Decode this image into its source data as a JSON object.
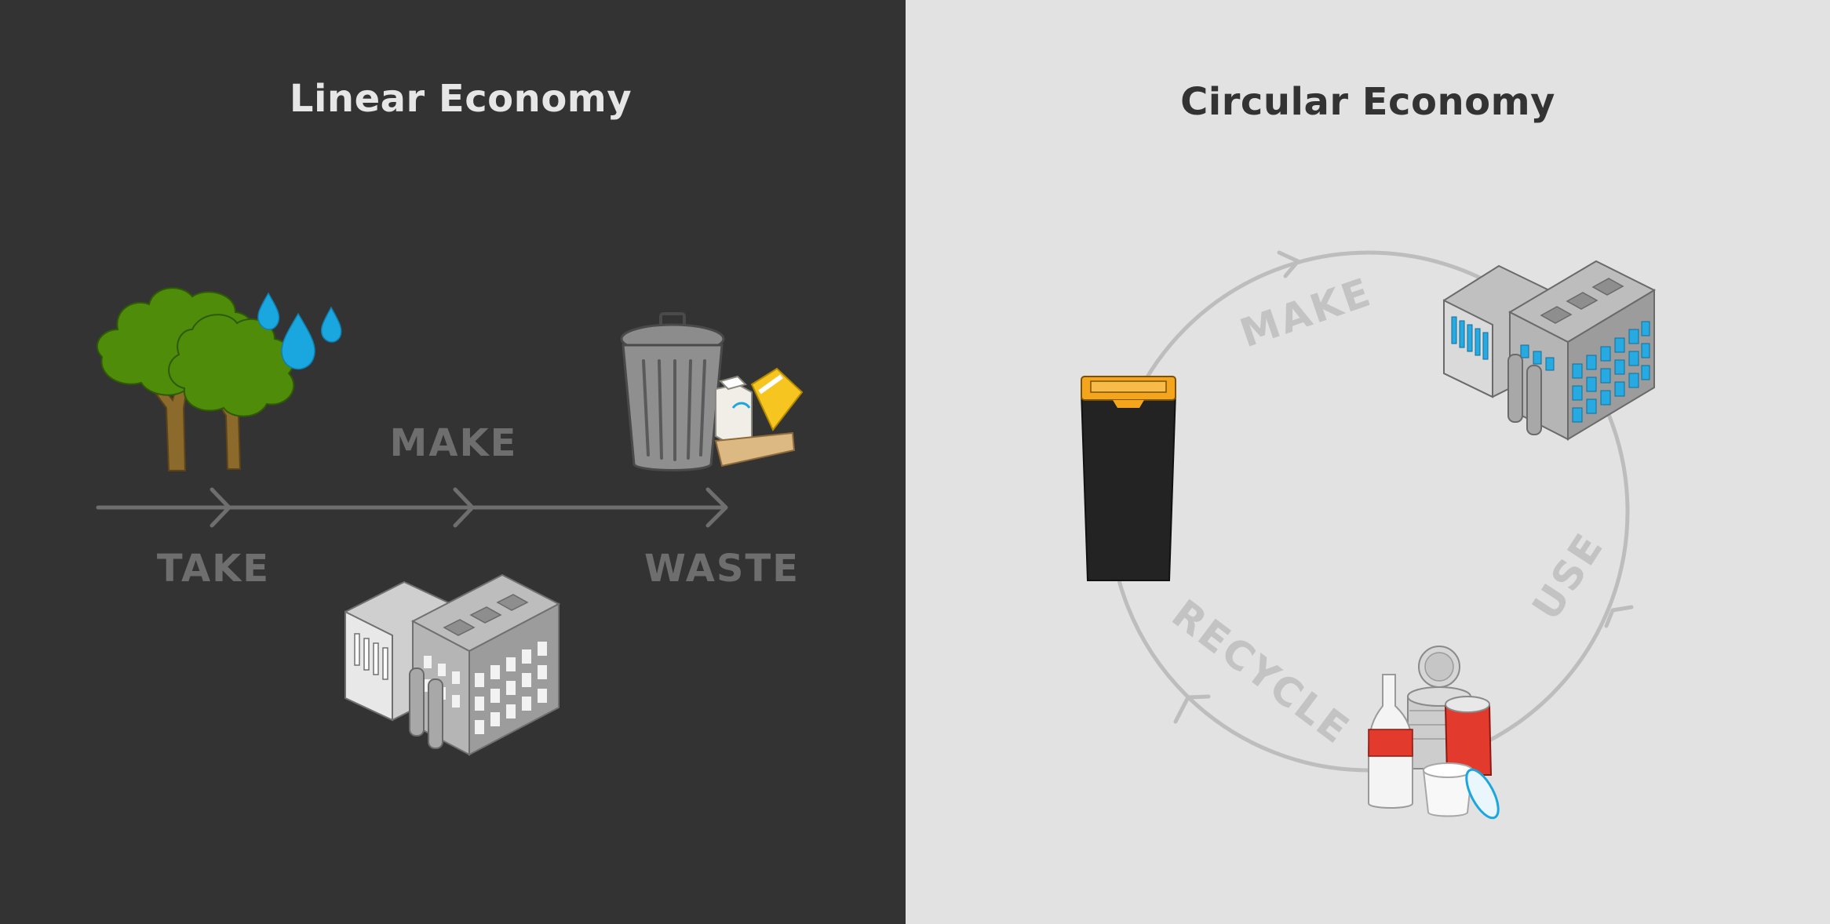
{
  "linear": {
    "title": "Linear Economy",
    "stages": {
      "take": "TAKE",
      "make": "MAKE",
      "waste": "WASTE"
    }
  },
  "circular": {
    "title": "Circular Economy",
    "stages": {
      "make": "MAKE",
      "use": "USE",
      "recycle": "RECYCLE"
    }
  },
  "colors": {
    "left_background": "#333333",
    "right_background": "#e2e2e2",
    "tree_green": "#4e8c0a",
    "water_blue": "#1aa7e0",
    "bin_accent": "#f5a51c",
    "window_blue": "#27a9e1",
    "can_red": "#e23b2e"
  },
  "icons": [
    "tree-icon",
    "water-drop-icon",
    "trash-can-icon",
    "factory-icon",
    "recycling-bin-icon",
    "recyclables-icon"
  ]
}
